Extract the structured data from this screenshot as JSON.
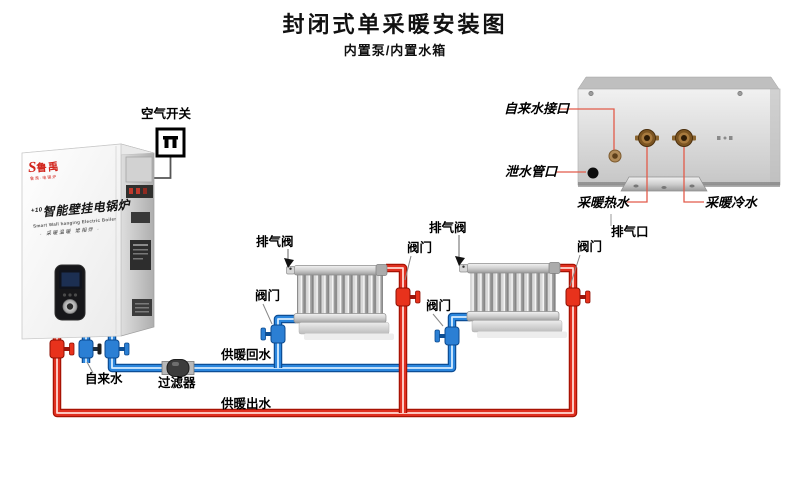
{
  "title": "封闭式单采暖安装图",
  "subtitle": "内置泵/内置水箱",
  "boiler": {
    "brand_mark": "S",
    "brand": "鲁禹",
    "brand_sub": "鲁禹·电锅炉",
    "model_sup": "+10",
    "product_name": "智能壁挂电锅炉",
    "product_name_en": "Smart Wall hanging Electric Boiler",
    "tagline": "· 采暖温暖 常相伴 ·"
  },
  "labels": {
    "air_switch": "空气开关",
    "tap_water_inlet_port": "自来水接口",
    "drain_pipe_port": "泄水管口",
    "heating_hot_water": "采暖热水",
    "heating_cold_water": "采暖冷水",
    "exhaust_port": "排气口",
    "air_vent_valve": "排气阀",
    "valve": "阀门",
    "tap_water": "自来水",
    "filter": "过滤器",
    "heating_return_water": "供暖回水",
    "heating_supply_water": "供暖出水"
  },
  "colors": {
    "hot_pipe": "#e03020",
    "cold_pipe": "#2b86dd",
    "leader_red": "#e25b4a",
    "brand_red": "#d2251c"
  }
}
